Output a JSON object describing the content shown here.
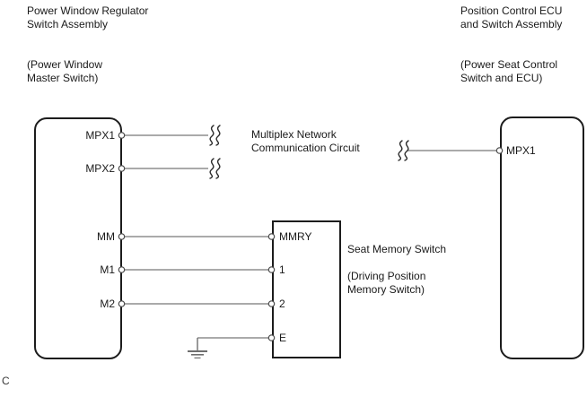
{
  "left_component": {
    "title": "Power Window Regulator Switch Assembly",
    "subtitle": "(Power Window Master Switch)",
    "terminals": [
      "MPX1",
      "MPX2",
      "MM",
      "M1",
      "M2"
    ]
  },
  "right_component": {
    "title": "Position Control ECU and Switch Assembly",
    "subtitle": "(Power Seat Control Switch and ECU)",
    "terminals": [
      "MPX1"
    ]
  },
  "seat_memory_switch": {
    "label": "Seat Memory Switch",
    "sublabel": "(Driving Position Memory Switch)",
    "terminals": [
      "MMRY",
      "1",
      "2",
      "E"
    ]
  },
  "annotations": {
    "multiplex": "Multiplex Network Communication Circuit",
    "footer": "C"
  },
  "colors": {
    "outline": "#1c1c1c",
    "wire": "#777777",
    "text": "#1a1a1a"
  }
}
